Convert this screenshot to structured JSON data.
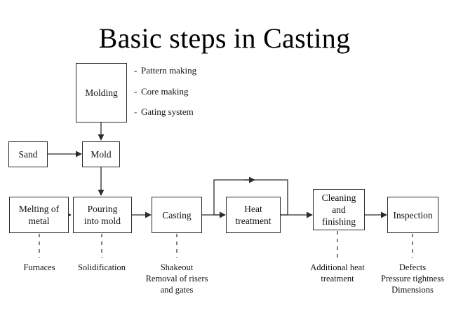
{
  "page": {
    "title": "Basic steps in Casting",
    "background_color": "#ffffff",
    "line_color": "#2b2b2b",
    "text_color": "#111111"
  },
  "nodes": {
    "molding": "Molding",
    "sand": "Sand",
    "mold": "Mold",
    "melting": "Melting  of\nmetal",
    "pouring": "Pouring\ninto  mold",
    "casting": "Casting",
    "heat_treatment": "Heat\ntreatment",
    "cleaning": "Cleaning\nand\nfinishing",
    "inspection": "Inspection"
  },
  "molding_details": [
    {
      "dash": "-",
      "text": "Pattern  making"
    },
    {
      "dash": "-",
      "text": "Core  making"
    },
    {
      "dash": "-",
      "text": "Gating  system"
    }
  ],
  "annotations": {
    "furnaces": "Furnaces",
    "solidification": "Solidification",
    "shakeout": "Shakeout\nRemoval  of  risers\nand  gates",
    "additional_heat": "Additional  heat\ntreatment",
    "defects": "Defects\nPressure  tightness\nDimensions"
  }
}
